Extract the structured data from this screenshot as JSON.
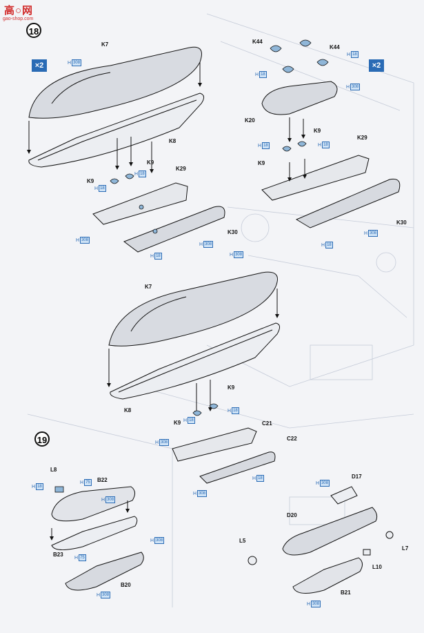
{
  "watermark": {
    "logo_text": "高○网",
    "url": "gao-shop.com"
  },
  "steps": [
    "18",
    "19"
  ],
  "multipliers": [
    "×2",
    "×2"
  ],
  "labels": {
    "k7a": "K7",
    "k8a": "K8",
    "k9a": "K9",
    "k9b": "K9",
    "k29a": "K29",
    "k30a": "K30",
    "k44a": "K44",
    "k44b": "K44",
    "k20": "K20",
    "k9c": "K9",
    "k9d": "K9",
    "k29b": "K29",
    "k30b": "K30",
    "k7b": "K7",
    "k8b": "K8",
    "k9e": "K9",
    "k9f": "K9",
    "c21": "C21",
    "c22": "C22",
    "l8": "L8",
    "b22": "B22",
    "b23": "B23",
    "b20": "B20",
    "d17": "D17",
    "d20": "D20",
    "l5": "L5",
    "l7": "L7",
    "l10": "L10",
    "b21": "B21"
  },
  "paint": {
    "h308": "308",
    "h18": "18",
    "h75": "75",
    "prefix": "H"
  }
}
